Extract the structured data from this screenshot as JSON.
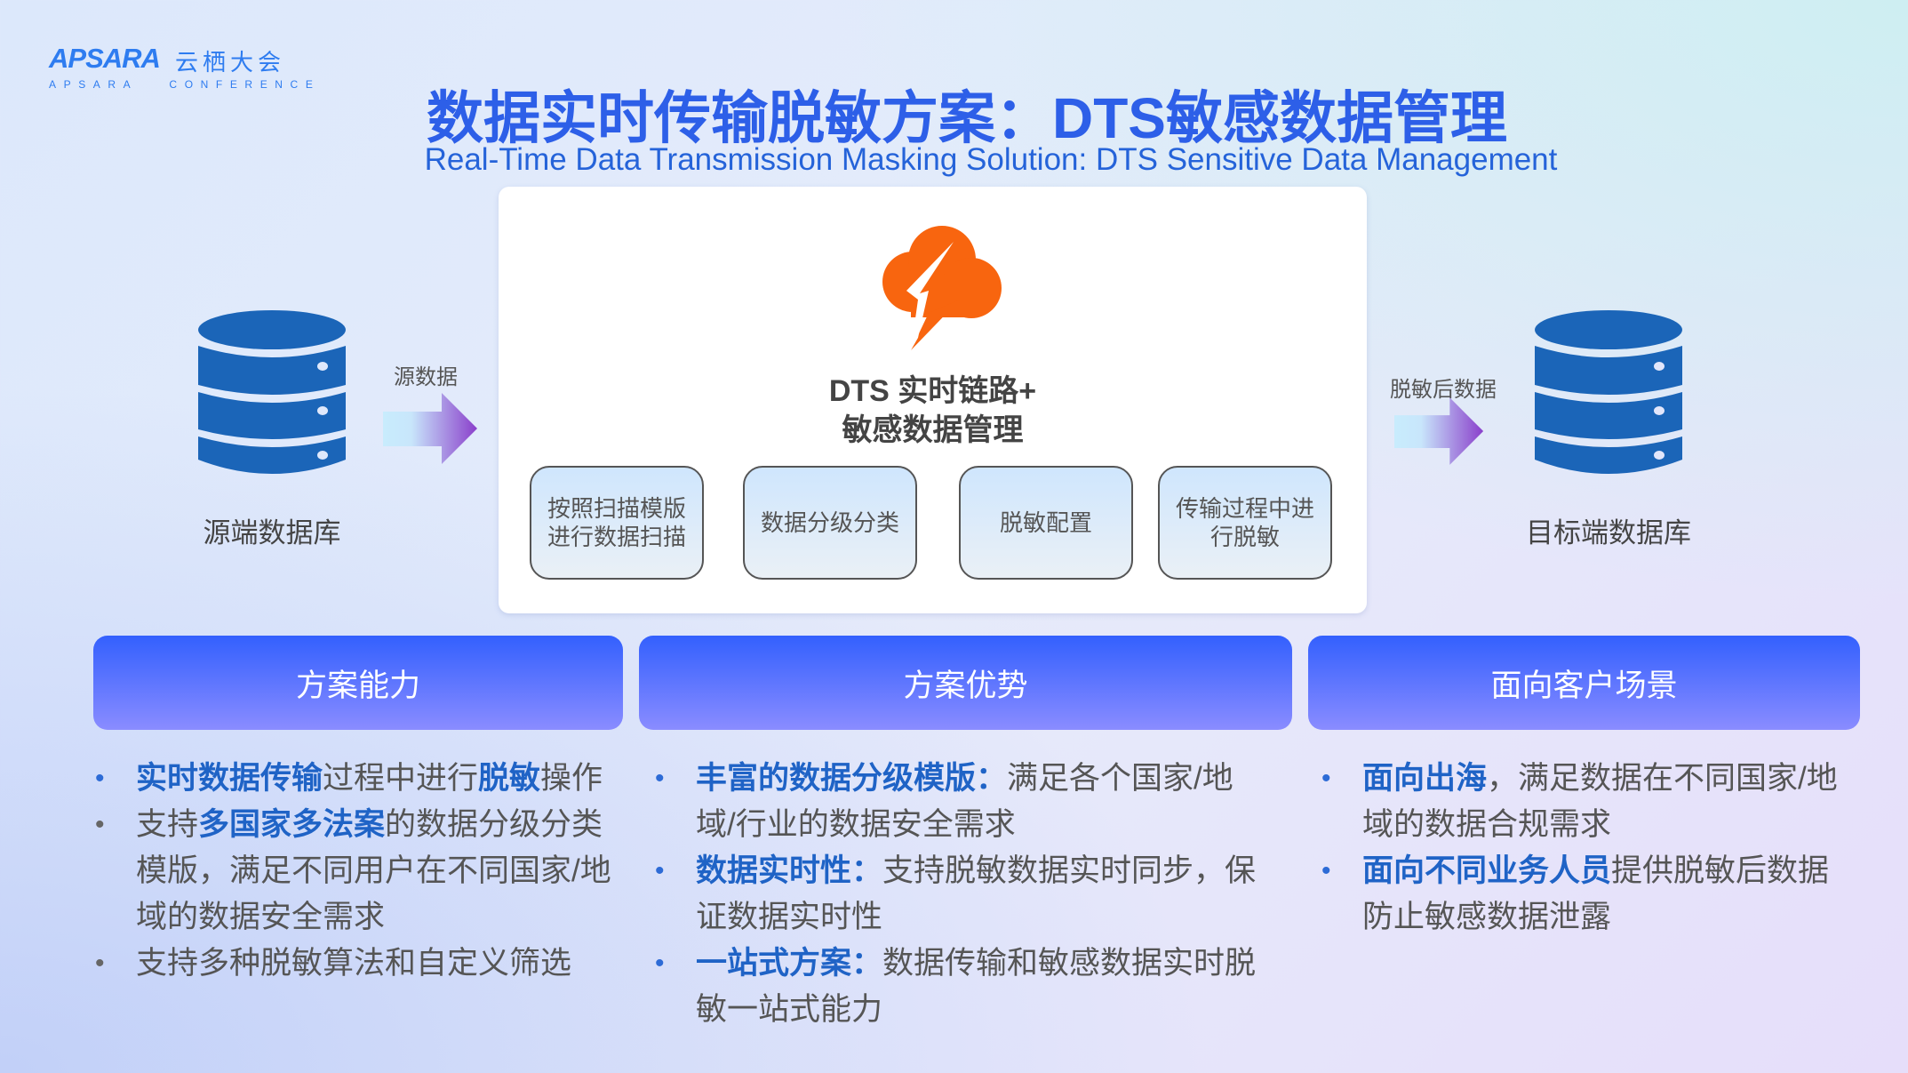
{
  "logo": {
    "brand": "APSARA",
    "brand_cn": "云栖大会",
    "sub": "APSARA   CONFERENCE"
  },
  "title": "数据实时传输脱敏方案：DTS敏感数据管理",
  "subtitle": "Real-Time Data Transmission Masking Solution: DTS Sensitive Data Management",
  "diagram": {
    "source_db": "源端数据库",
    "source_arrow": "源数据",
    "target_db": "目标端数据库",
    "target_arrow": "脱敏后数据",
    "center_line1": "DTS 实时链路+",
    "center_line2": "敏感数据管理",
    "steps": [
      "按照扫描模版进行数据扫描",
      "数据分级分类",
      "脱敏配置",
      "传输过程中进行脱敏"
    ],
    "colors": {
      "db": "#1b65b8",
      "logo": "#f8650f"
    }
  },
  "columns": [
    {
      "header": "方案能力",
      "items": [
        {
          "s": [
            "实时数据传输",
            "过程中进行",
            "脱敏",
            "操作"
          ]
        },
        {
          "s": [
            "支持",
            "多国家多法案",
            "的数据分级分类模版，满足不同用户在不同国家/地域的数据安全需求"
          ]
        },
        {
          "s": [
            "支持多种脱敏算法和自定义筛选"
          ]
        }
      ]
    },
    {
      "header": "方案优势",
      "items": [
        {
          "s": [
            "丰富的数据分级模版：",
            "满足各个国家/地域/行业的数据安全需求"
          ]
        },
        {
          "s": [
            "数据实时性：",
            "支持脱敏数据实时同步，保证数据实时性"
          ]
        },
        {
          "s": [
            "一站式方案：",
            "数据传输和敏感数据实时脱敏一站式能力"
          ]
        }
      ]
    },
    {
      "header": "面向客户场景",
      "items": [
        {
          "s": [
            "面向出海",
            "，满足数据在不同国家/地域的数据合规需求"
          ]
        },
        {
          "s": [
            "面向不同业务人员",
            "提供脱敏后数据防止敏感数据泄露"
          ]
        }
      ]
    }
  ]
}
